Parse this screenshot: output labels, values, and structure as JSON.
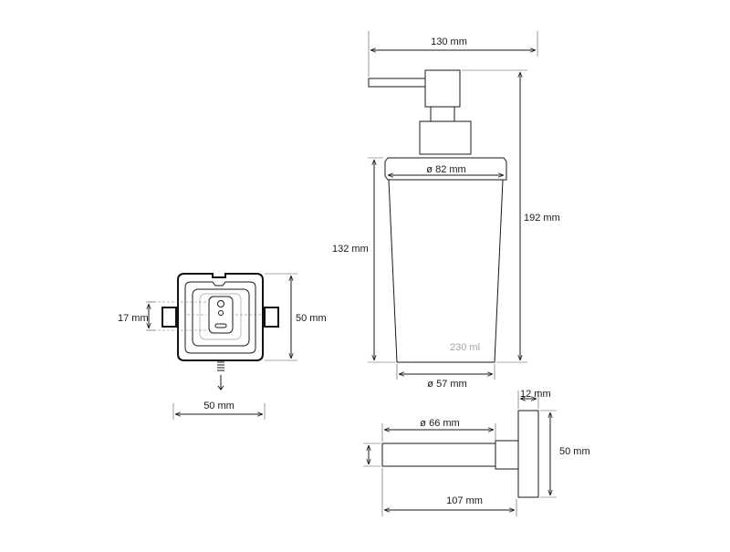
{
  "top_view": {
    "width_label": "50 mm",
    "depth_label": "50 mm",
    "slot_label": "17 mm"
  },
  "dispenser": {
    "overall_width_label": "130 mm",
    "overall_height_label": "192 mm",
    "container_height_label": "132 mm",
    "top_diameter_label": "ø 82 mm",
    "bottom_diameter_label": "ø 57 mm",
    "volume_label": "230 ml"
  },
  "holder": {
    "flange_label": "12 mm",
    "arm_diameter_label": "ø 66 mm",
    "height_label": "50 mm",
    "length_label": "107 mm"
  }
}
